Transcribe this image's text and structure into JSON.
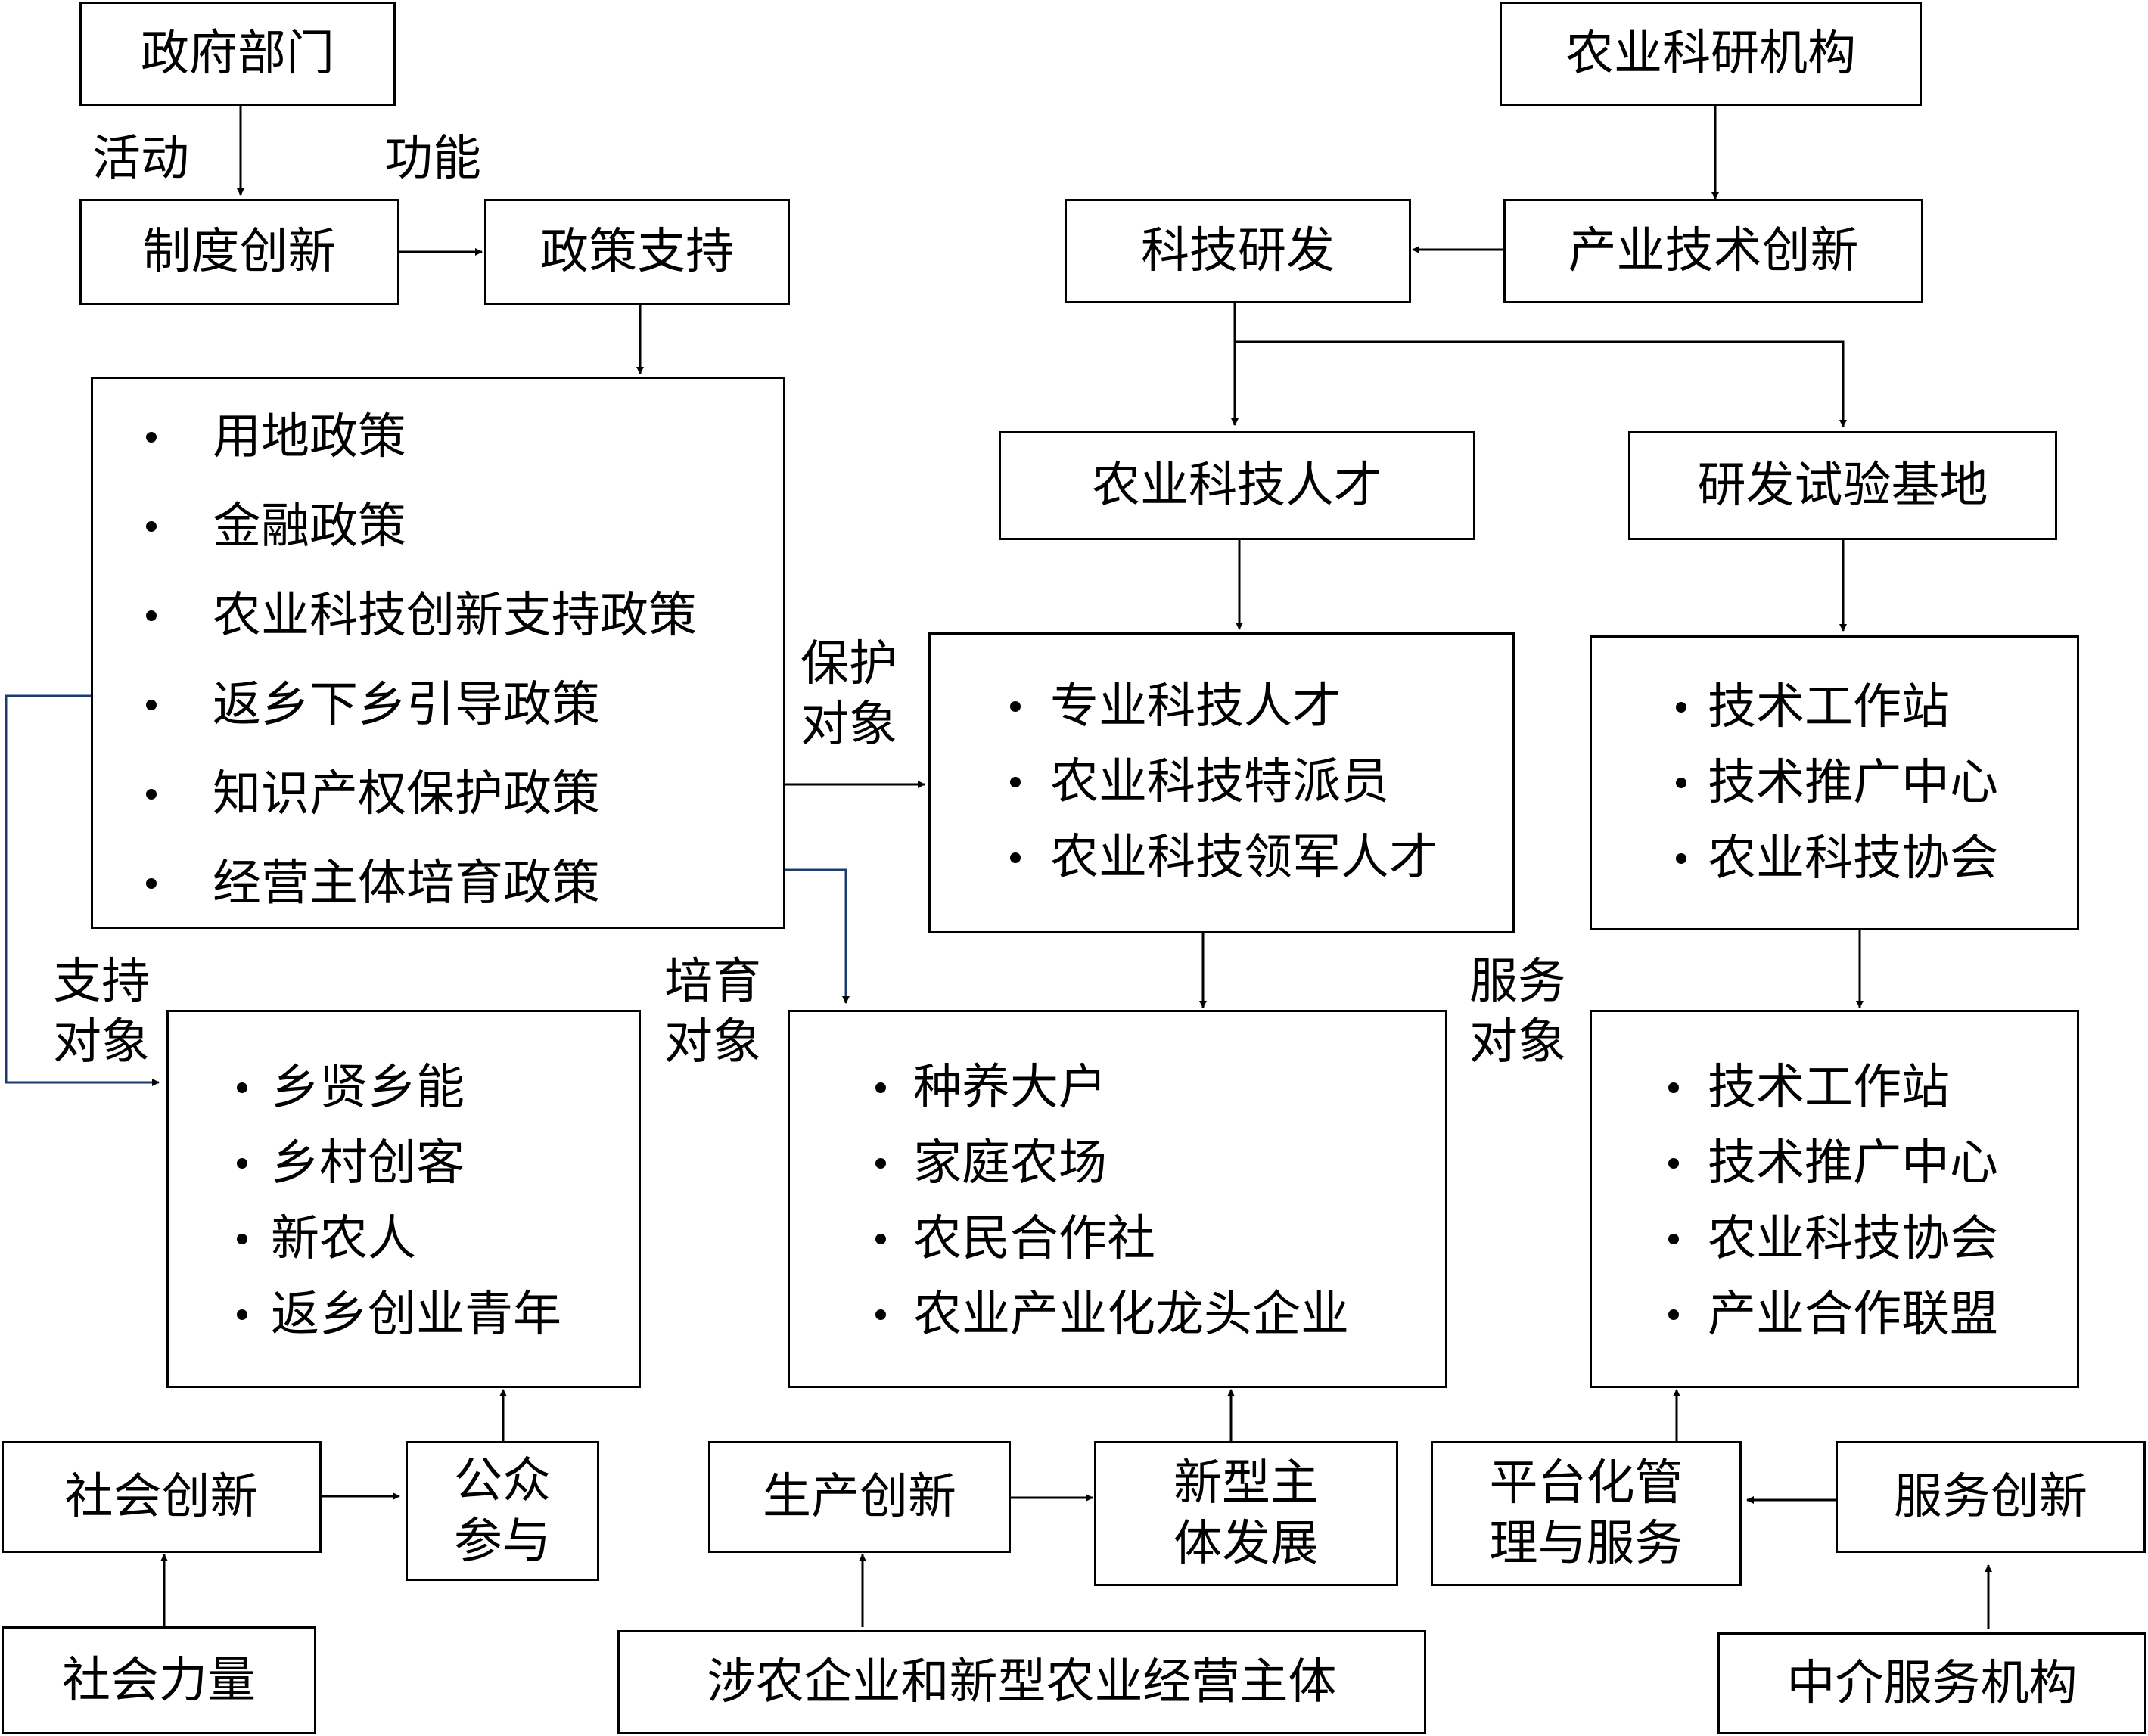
{
  "nodes": {
    "government": "政府部门",
    "institution_innovation": "制度创新",
    "policy_support": "政策支持",
    "agri_research_institutions": "农业科研机构",
    "industry_tech_innovation": "产业技术创新",
    "tech_rnd": "科技研发",
    "agri_tech_talent": "农业科技人才",
    "rnd_test_base": "研发试验基地",
    "social_innovation": "社会创新",
    "public_participation": "公众参与",
    "social_forces": "社会力量",
    "production_innovation": "生产创新",
    "new_subject_development": "新型主体发展",
    "agri_enterprises": "涉农企业和新型农业经营主体",
    "platform_management": "平台化管理与服务",
    "service_innovation": "服务创新",
    "intermediary": "中介服务机构"
  },
  "lists": {
    "policies": [
      "用地政策",
      "金融政策",
      "农业科技创新支持政策",
      "返乡下乡引导政策",
      "知识产权保护政策",
      "经营主体培育政策"
    ],
    "talent_types": [
      "专业科技人才",
      "农业科技特派员",
      "农业科技领军人才"
    ],
    "base_types": [
      "技术工作站",
      "技术推广中心",
      "农业科技协会"
    ],
    "rural_people": [
      "乡贤乡能",
      "乡村创客",
      "新农人",
      "返乡创业青年"
    ],
    "business_subjects": [
      "种养大户",
      "家庭农场",
      "农民合作社",
      "农业产业化龙头企业"
    ],
    "service_orgs": [
      "技术工作站",
      "技术推广中心",
      "农业科技协会",
      "产业合作联盟"
    ]
  },
  "labels": {
    "activity": "活动",
    "function": "功能",
    "protect_object": "保护对象",
    "support_object": "支持对象",
    "cultivate_object": "培育对象",
    "service_object": "服务对象"
  },
  "colors": {
    "stroke": "#000000",
    "connector_blue": "#1f3a6e"
  }
}
